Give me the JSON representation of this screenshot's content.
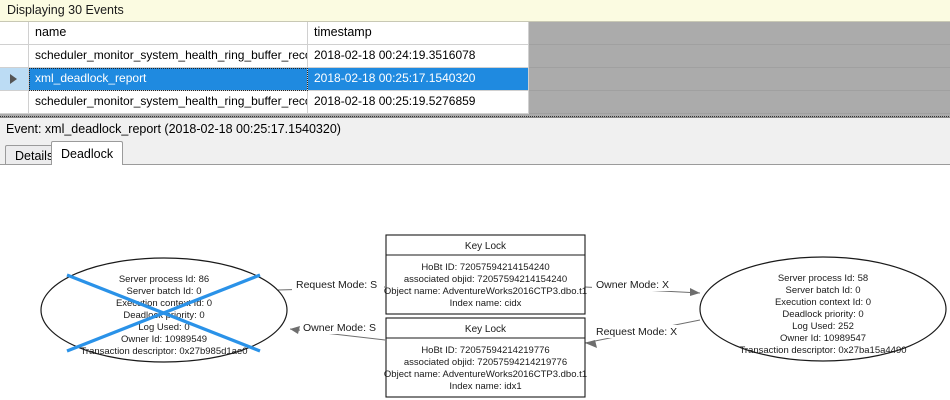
{
  "status_bar": {
    "text": "Displaying 30 Events"
  },
  "grid": {
    "columns": [
      "",
      "name",
      "timestamp"
    ],
    "column_headers": {
      "selector": "",
      "name": "name",
      "timestamp": "timestamp"
    },
    "rows": [
      {
        "marker": "",
        "name": "scheduler_monitor_system_health_ring_buffer_recorded",
        "timestamp": "2018-02-18 00:24:19.3516078",
        "selected": false
      },
      {
        "marker": "row-selector-arrow",
        "name": "xml_deadlock_report",
        "timestamp": "2018-02-18 00:25:17.1540320",
        "selected": true
      },
      {
        "marker": "",
        "name": "scheduler_monitor_system_health_ring_buffer_recorded",
        "timestamp": "2018-02-18 00:25:19.5276859",
        "selected": false
      }
    ]
  },
  "event_caption": {
    "text": "Event: xml_deadlock_report (2018-02-18 00:25:17.1540320)"
  },
  "tabs": [
    {
      "label": "Details",
      "active": false
    },
    {
      "label": "Deadlock",
      "active": true
    }
  ],
  "deadlock_graph": {
    "victim_marker_color": "#2a92e8",
    "processes": [
      {
        "id": "process-left",
        "is_victim": true,
        "lines": [
          "Server process Id: 86",
          "Server batch Id: 0",
          "Execution context Id: 0",
          "Deadlock priority: 0",
          "Log Used: 0",
          "Owner Id: 10989549",
          "Transaction descriptor: 0x27b985d1ae0"
        ]
      },
      {
        "id": "process-right",
        "is_victim": false,
        "lines": [
          "Server process Id: 58",
          "Server batch Id: 0",
          "Execution context Id: 0",
          "Deadlock priority: 0",
          "Log Used: 252",
          "Owner Id: 10989547",
          "Transaction descriptor: 0x27ba15a4490"
        ]
      }
    ],
    "resources": [
      {
        "id": "key-lock-top",
        "title": "Key Lock",
        "lines": [
          "HoBt ID: 72057594214154240",
          "associated objid: 72057594214154240",
          "Object name: AdventureWorks2016CTP3.dbo.t1",
          "Index name: cidx"
        ]
      },
      {
        "id": "key-lock-bottom",
        "title": "Key Lock",
        "lines": [
          "HoBt ID: 72057594214219776",
          "associated objid: 72057594214219776",
          "Object name: AdventureWorks2016CTP3.dbo.t1",
          "Index name: idx1"
        ]
      }
    ],
    "edges": [
      {
        "id": "edge-left-request-top",
        "label": "Request Mode: S"
      },
      {
        "id": "edge-top-owner-right",
        "label": "Owner Mode: X"
      },
      {
        "id": "edge-bottom-owner-left",
        "label": "Owner Mode: S"
      },
      {
        "id": "edge-right-request-bottom",
        "label": "Request Mode: X"
      }
    ]
  }
}
